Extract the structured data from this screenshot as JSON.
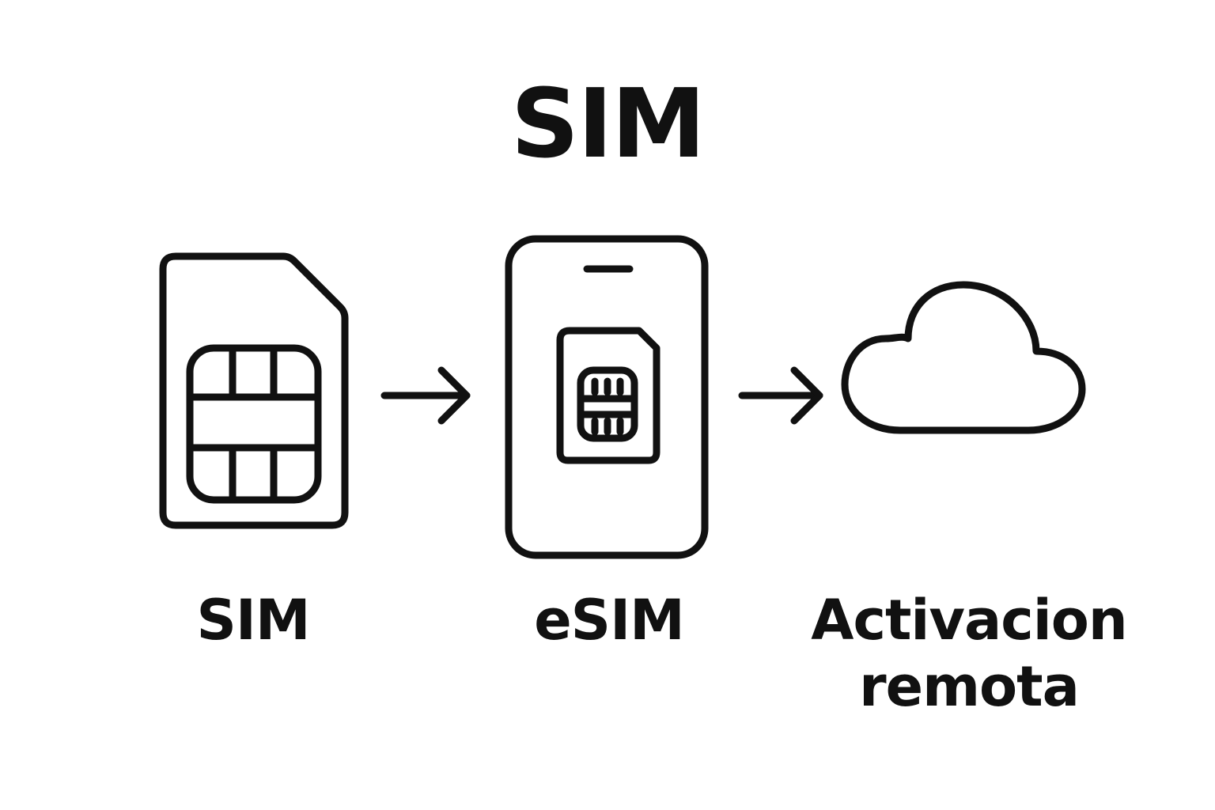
{
  "title": "SIM",
  "steps": [
    {
      "label": "SIM",
      "icon": "sim-card-icon"
    },
    {
      "label": "eSIM",
      "icon": "phone-with-sim-icon"
    },
    {
      "label_line1": "Activacion",
      "label_line2": "remota",
      "icon": "cloud-icon"
    }
  ],
  "connectors": [
    "arrow-right-icon",
    "arrow-right-icon"
  ],
  "colors": {
    "stroke": "#111111",
    "background": "#ffffff"
  }
}
